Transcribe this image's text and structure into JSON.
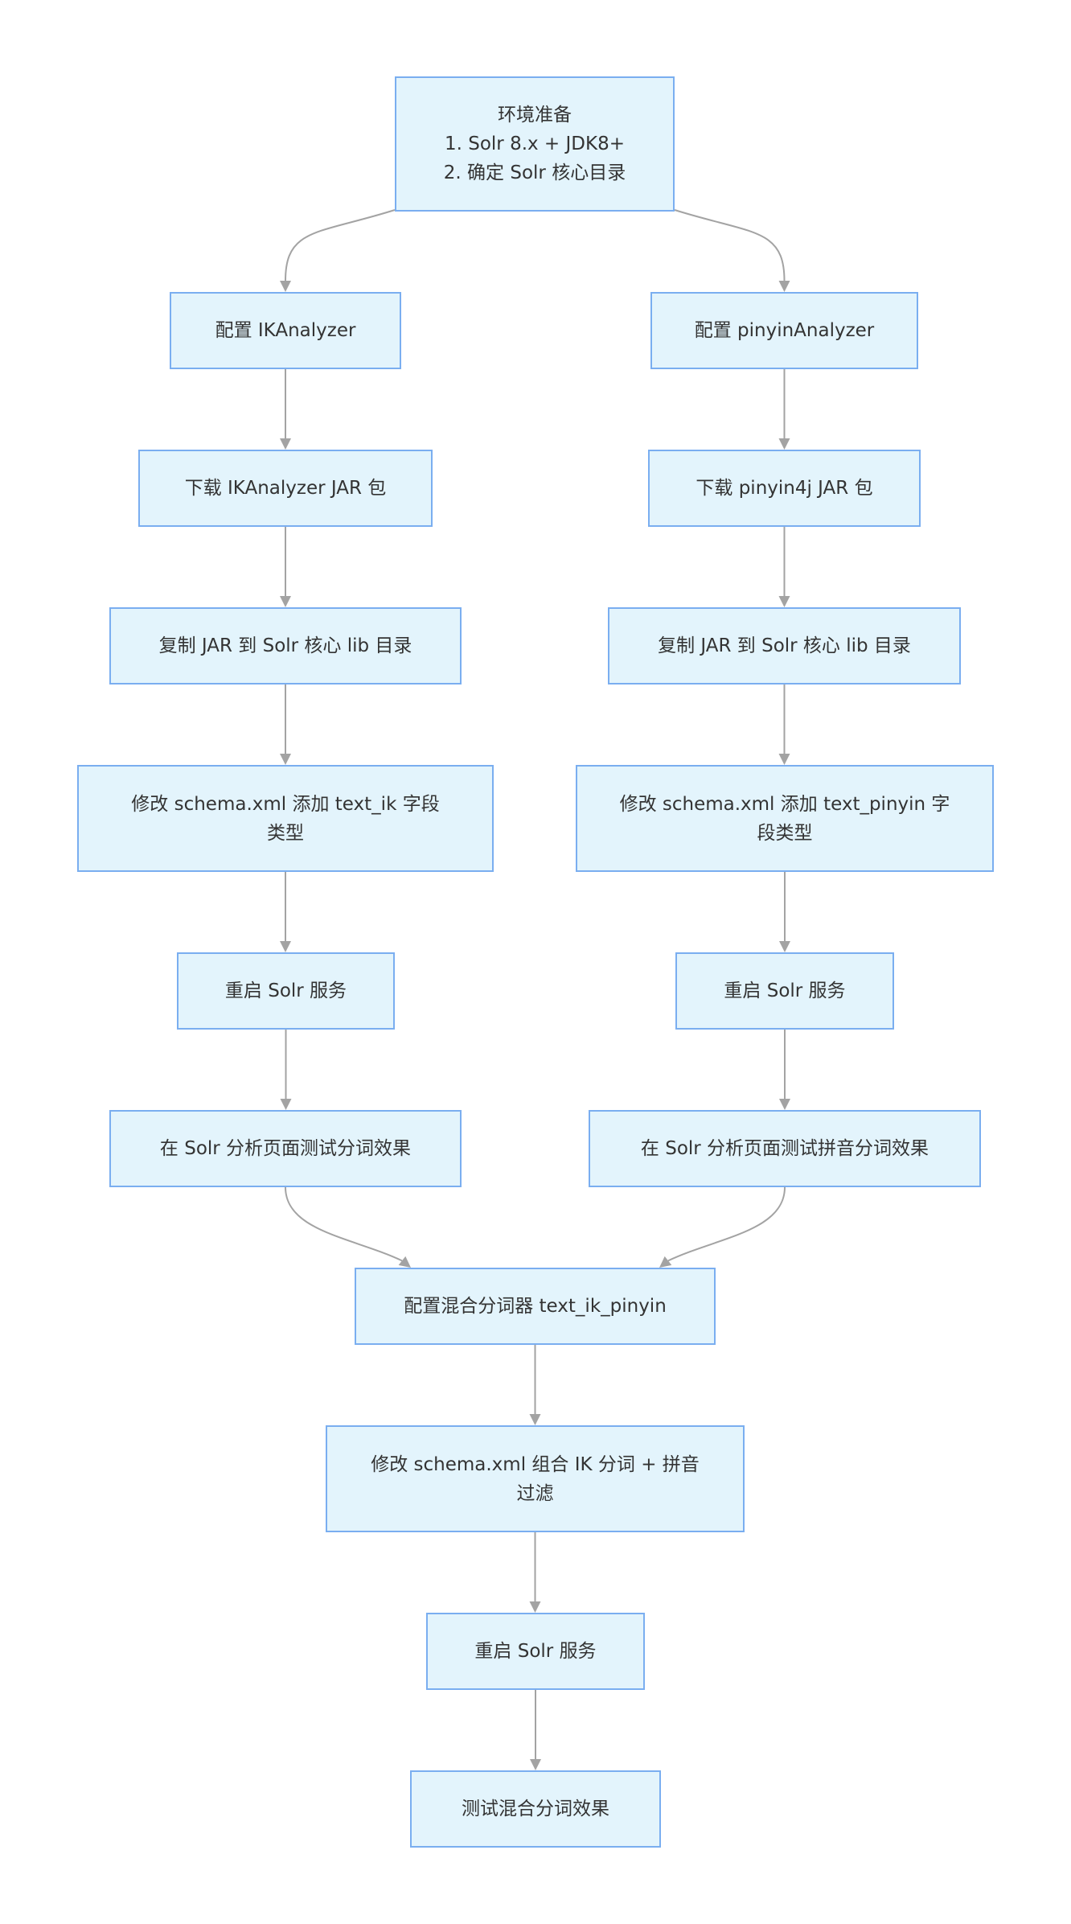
{
  "nodes": {
    "env": {
      "lines": [
        "环境准备",
        "1. Solr 8.x + JDK8+",
        "2. 确定 Solr 核心目录"
      ]
    },
    "ik_config": {
      "lines": [
        "配置 IKAnalyzer"
      ]
    },
    "ik_download": {
      "lines": [
        "下载 IKAnalyzer JAR 包"
      ]
    },
    "ik_copy": {
      "lines": [
        "复制 JAR 到 Solr 核心 lib 目录"
      ]
    },
    "ik_schema": {
      "lines": [
        "修改 schema.xml 添加 text_ik 字段",
        "类型"
      ]
    },
    "ik_restart": {
      "lines": [
        "重启 Solr 服务"
      ]
    },
    "ik_test": {
      "lines": [
        "在 Solr 分析页面测试分词效果"
      ]
    },
    "py_config": {
      "lines": [
        "配置 pinyinAnalyzer"
      ]
    },
    "py_download": {
      "lines": [
        "下载 pinyin4j JAR 包"
      ]
    },
    "py_copy": {
      "lines": [
        "复制 JAR 到 Solr 核心 lib 目录"
      ]
    },
    "py_schema": {
      "lines": [
        "修改 schema.xml 添加 text_pinyin 字",
        "段类型"
      ]
    },
    "py_restart": {
      "lines": [
        "重启 Solr 服务"
      ]
    },
    "py_test": {
      "lines": [
        "在 Solr 分析页面测试拼音分词效果"
      ]
    },
    "mix_config": {
      "lines": [
        "配置混合分词器 text_ik_pinyin"
      ]
    },
    "mix_schema": {
      "lines": [
        "修改 schema.xml 组合 IK 分词 + 拼音",
        "过滤"
      ]
    },
    "mix_restart": {
      "lines": [
        "重启 Solr 服务"
      ]
    },
    "mix_test": {
      "lines": [
        "测试混合分词效果"
      ]
    }
  },
  "edges": [
    [
      "env",
      "ik_config"
    ],
    [
      "env",
      "py_config"
    ],
    [
      "ik_config",
      "ik_download"
    ],
    [
      "ik_download",
      "ik_copy"
    ],
    [
      "ik_copy",
      "ik_schema"
    ],
    [
      "ik_schema",
      "ik_restart"
    ],
    [
      "ik_restart",
      "ik_test"
    ],
    [
      "py_config",
      "py_download"
    ],
    [
      "py_download",
      "py_copy"
    ],
    [
      "py_copy",
      "py_schema"
    ],
    [
      "py_schema",
      "py_restart"
    ],
    [
      "py_restart",
      "py_test"
    ],
    [
      "ik_test",
      "mix_config"
    ],
    [
      "py_test",
      "mix_config"
    ],
    [
      "mix_config",
      "mix_schema"
    ],
    [
      "mix_schema",
      "mix_restart"
    ],
    [
      "mix_restart",
      "mix_test"
    ]
  ],
  "colors": {
    "node_fill": "#e3f4fc",
    "node_border": "#7aaef0",
    "edge": "#a3a3a3",
    "text": "#333333"
  }
}
